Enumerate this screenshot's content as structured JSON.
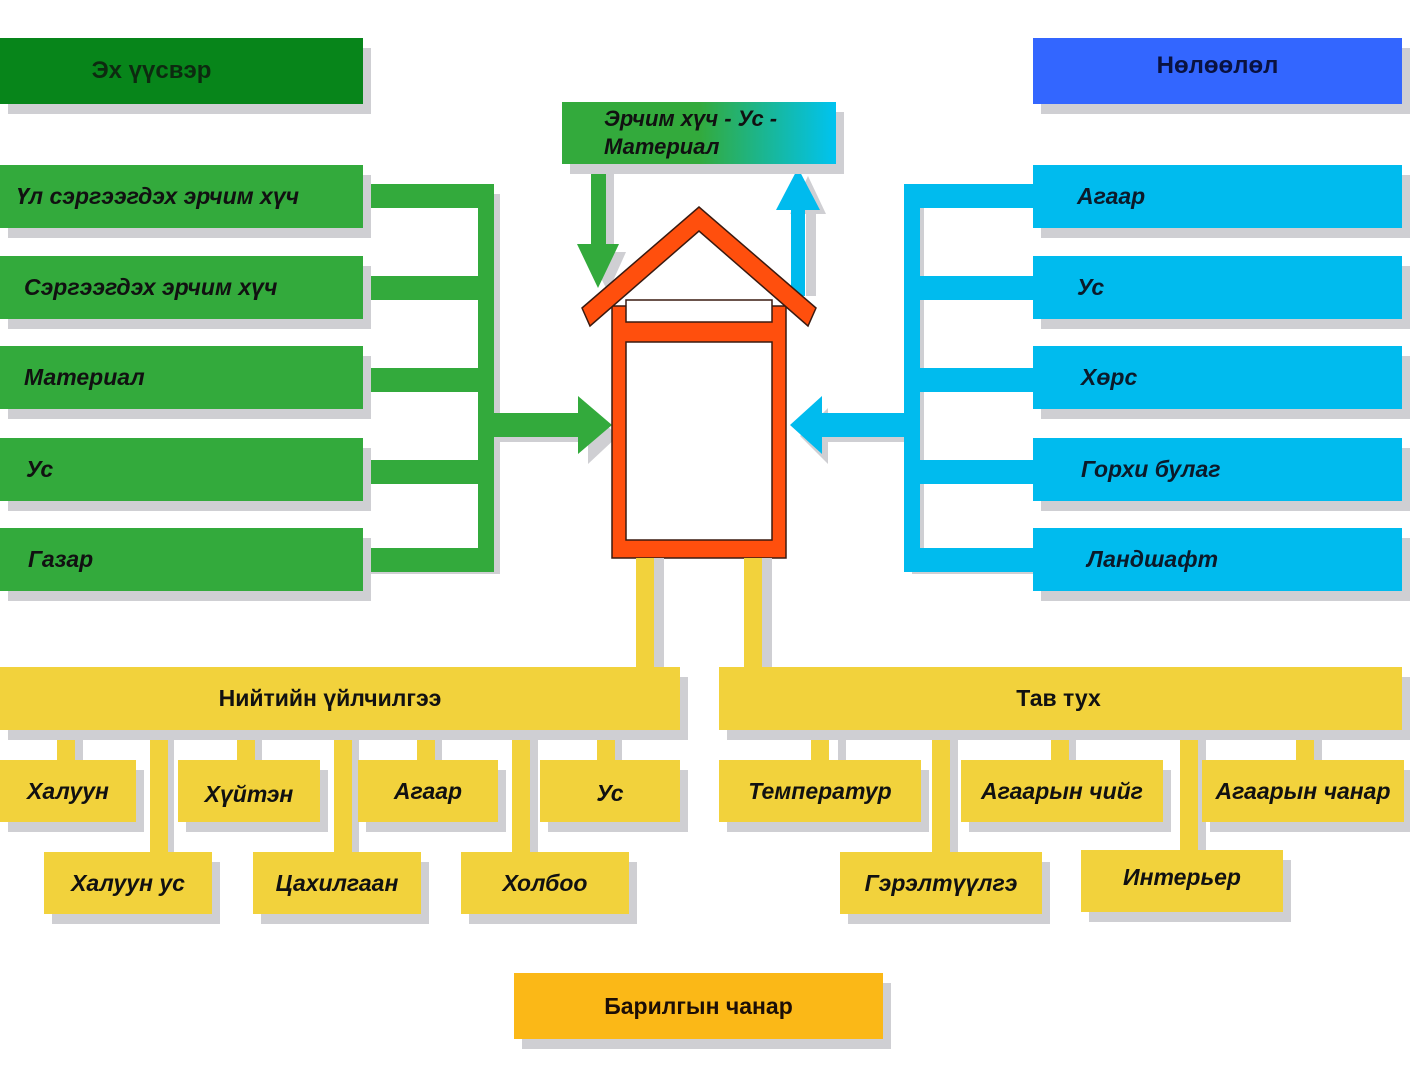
{
  "colors": {
    "source_header": "#07851a",
    "source_item": "#33aa3c",
    "impact_header": "#3366ff",
    "impact_item": "#00bbee",
    "house": "#ff4f0d",
    "service": "#f2d23c",
    "quality": "#fbb817",
    "shadow": "#cfcfd3"
  },
  "sources": {
    "header": "Эх үүсвэр",
    "items": [
      "Үл сэргээгдэх эрчим хүч",
      "Сэргээгдэх эрчим хүч",
      "Материал",
      "Ус",
      "Газар"
    ]
  },
  "cycle": {
    "label_line1": "Эрчим хүч -  Ус -",
    "label_line2": "Материал"
  },
  "impacts": {
    "header": "Нөлөөлөл",
    "items": [
      "Агаар",
      "Ус",
      "Хөрс",
      "Горхи булаг",
      "Ландшафт"
    ]
  },
  "public_services": {
    "header": "Нийтийн үйлчилгээ",
    "row1": [
      "Халуун",
      "Хүйтэн",
      "Агаар",
      "Ус"
    ],
    "row2": [
      "Халуун ус",
      "Цахилгаан",
      "Холбоо"
    ]
  },
  "comfort": {
    "header": "Тав тух",
    "row1": [
      "Температур",
      "Агаарын чийг",
      "Агаарын чанар"
    ],
    "row2": [
      "Гэрэлтүүлгэ",
      "Интерьер"
    ]
  },
  "building_quality": {
    "label": "Барилгын чанар"
  }
}
